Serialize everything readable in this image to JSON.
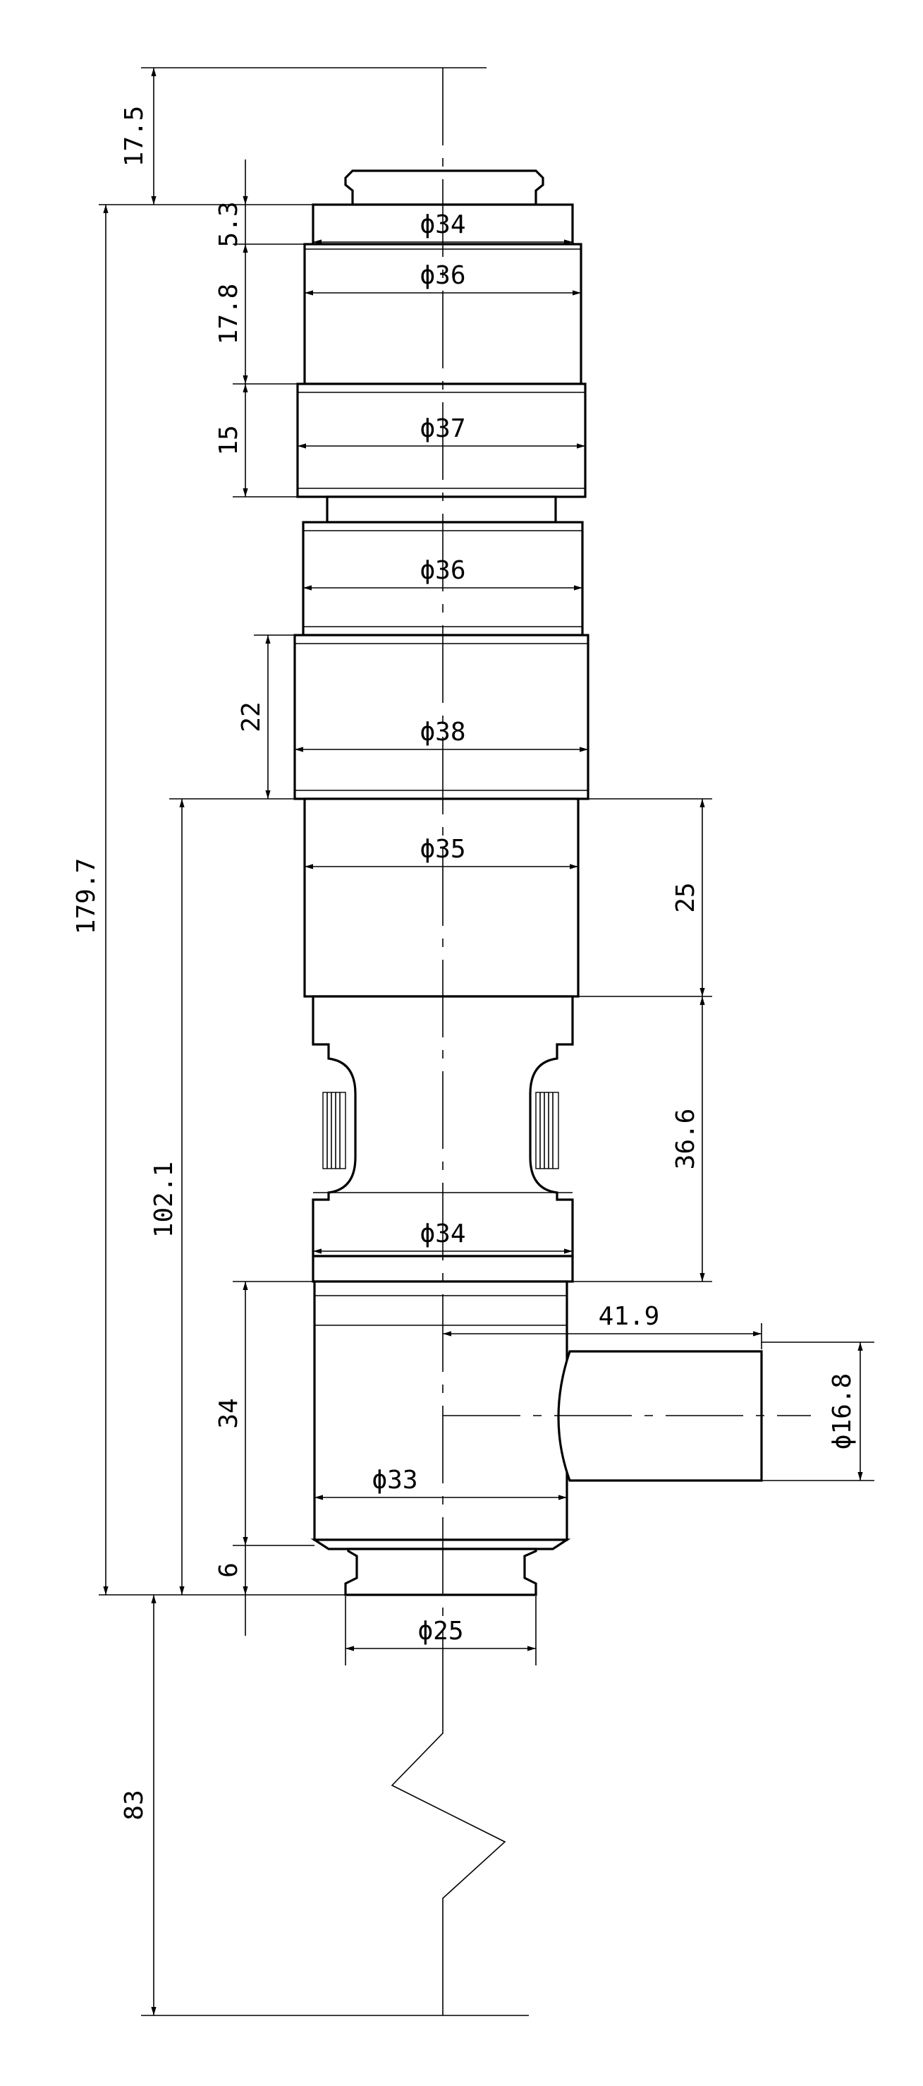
{
  "drawing": {
    "dimensions": {
      "top_offset": "17.5",
      "top_cap_height": "5.3",
      "section_2_height": "17.8",
      "section_3_height": "15",
      "section_5_height": "22",
      "overall_length": "179.7",
      "lower_length": "102.1",
      "section_6_height": "25",
      "neck_height": "36.6",
      "block_height": "34",
      "bottom_ring_height": "6",
      "bottom_offset": "83",
      "port_length": "41.9"
    },
    "diameters": {
      "d1": "ϕ34",
      "d2": "ϕ36",
      "d3": "ϕ37",
      "d4": "ϕ36",
      "d5": "ϕ38",
      "d6": "ϕ35",
      "d7": "ϕ34",
      "d8": "ϕ33",
      "d9": "ϕ25",
      "port": "ϕ16.8"
    }
  }
}
